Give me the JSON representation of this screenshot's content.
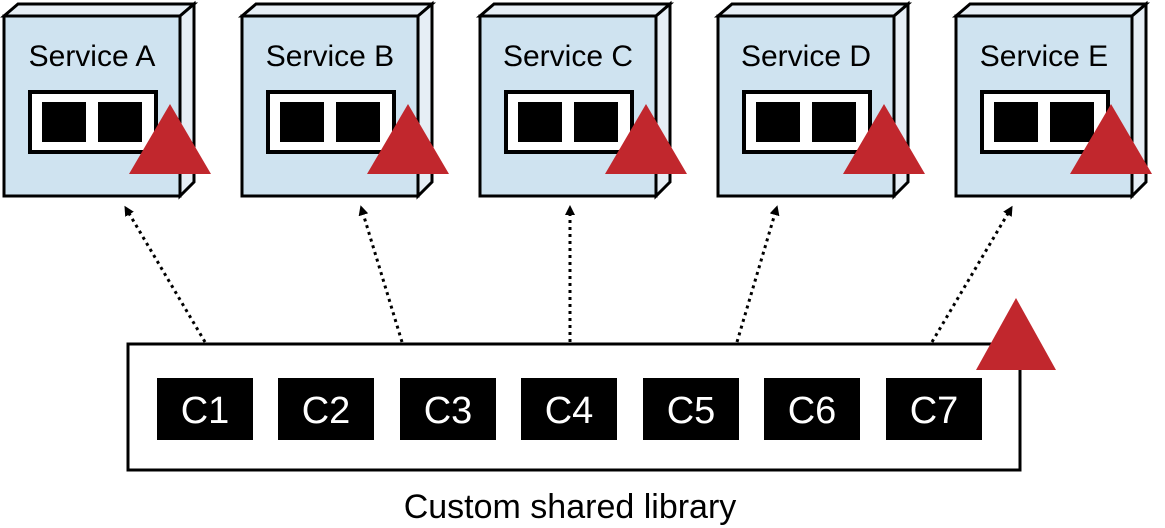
{
  "services": [
    {
      "label": "Service A"
    },
    {
      "label": "Service B"
    },
    {
      "label": "Service C"
    },
    {
      "label": "Service D"
    },
    {
      "label": "Service E"
    }
  ],
  "library": {
    "caption": "Custom shared library",
    "components": [
      "C1",
      "C2",
      "C3",
      "C4",
      "C5",
      "C6",
      "C7"
    ]
  },
  "colors": {
    "service_fill": "#cfe3f0",
    "service_side": "#e6eef5",
    "marker": "#c1272d",
    "component_fill": "#000000",
    "outline": "#000000"
  },
  "icons": {
    "service_marker": "warning-triangle-icon",
    "slot": "slot-block-icon"
  }
}
